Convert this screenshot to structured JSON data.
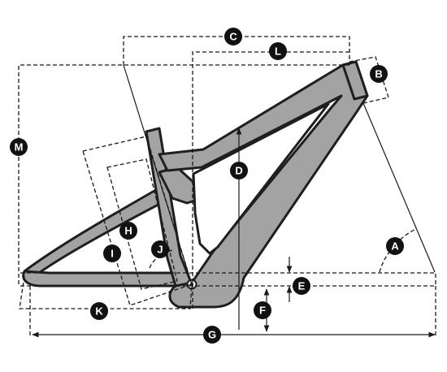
{
  "frame": {
    "fill_color": "#a3a3a3",
    "outline_color": "#1f1f1f"
  },
  "markers": {
    "color": "#111111",
    "text_color": "#ffffff",
    "items": [
      {
        "id": "a",
        "label": "A"
      },
      {
        "id": "b",
        "label": "B"
      },
      {
        "id": "c",
        "label": "C"
      },
      {
        "id": "d",
        "label": "D"
      },
      {
        "id": "e",
        "label": "E"
      },
      {
        "id": "f",
        "label": "F"
      },
      {
        "id": "g",
        "label": "G"
      },
      {
        "id": "h",
        "label": "H"
      },
      {
        "id": "i",
        "label": "I"
      },
      {
        "id": "j",
        "label": "J"
      },
      {
        "id": "k",
        "label": "K"
      },
      {
        "id": "l",
        "label": "L"
      },
      {
        "id": "m",
        "label": "M"
      }
    ]
  }
}
